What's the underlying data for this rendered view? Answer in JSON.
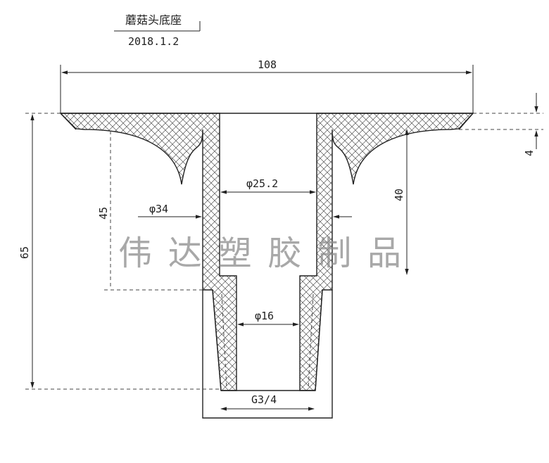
{
  "title_block": {
    "name": "蘑菇头底座",
    "date": "2018.1.2"
  },
  "dimensions": {
    "overall_width": "108",
    "flange_thickness": "4",
    "upper_bore": "φ25.2",
    "bore_depth": "40",
    "flare_depth": "45",
    "inner_flare_dia": "φ34",
    "lower_bore": "φ16",
    "overall_height": "65",
    "thread": "G3/4"
  },
  "watermark": "伟达塑胶制品",
  "colors": {
    "line": "#222222",
    "hatch": "#555555",
    "dashed": "#444444",
    "watermark": "#8c8c8c"
  }
}
